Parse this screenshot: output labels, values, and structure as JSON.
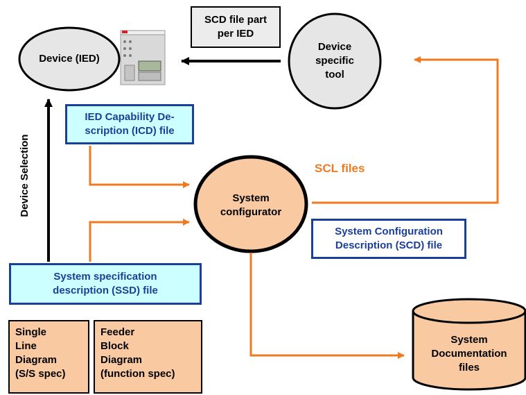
{
  "nodes": {
    "device_ied": "Device (IED)",
    "scd_part_line1": "SCD file part",
    "scd_part_line2": "per IED",
    "device_tool_line1": "Device",
    "device_tool_line2": "specific",
    "device_tool_line3": "tool",
    "icd_line1": "IED Capability De-",
    "icd_line2": "scription (ICD) file",
    "device_selection": "Device Selection",
    "scl_files": "SCL files",
    "configurator_line1": "System",
    "configurator_line2": "configurator",
    "scd_line1": "System Configuration",
    "scd_line2": "Description (SCD) file",
    "ssd_line1": "System specification",
    "ssd_line2": "description (SSD) file",
    "sld_line1": "Single",
    "sld_line2": "Line",
    "sld_line3": "Diagram",
    "sld_line4": "(S/S spec)",
    "fbd_line1": "Feeder",
    "fbd_line2": "Block",
    "fbd_line3": "Diagram",
    "fbd_line4": "(function spec)",
    "docs_line1": "System",
    "docs_line2": "Documentation",
    "docs_line3": "files"
  },
  "colors": {
    "orange_arrow": "#f07a20",
    "blue_border": "#1a3f99",
    "cyan_fill": "#ccffff",
    "peach_fill": "#f9c9a2",
    "grey_fill": "#e6e6e6"
  },
  "icons": {
    "device_image": "ied-relay-device-icon"
  }
}
